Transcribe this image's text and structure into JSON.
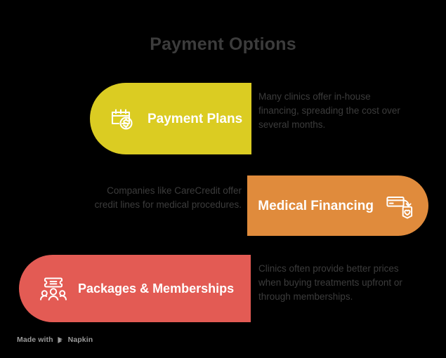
{
  "page": {
    "title": "Payment Options",
    "background_color": "#000000",
    "text_color": "#3c3c3c"
  },
  "rows": [
    {
      "bar_label": "Payment Plans",
      "bar_color": "#DBCC22",
      "icon": "calendar-dollar-icon",
      "cap_side": "left",
      "description": "Many clinics offer in-house financing, spreading the cost over several months."
    },
    {
      "bar_label": "Medical Financing",
      "bar_color": "#E08B3C",
      "icon": "credit-card-heart-tag-icon",
      "cap_side": "right",
      "description": "Companies like CareCredit offer credit lines for medical procedures."
    },
    {
      "bar_label": "Packages & Memberships",
      "bar_color": "#E35B54",
      "icon": "ticket-people-icon",
      "cap_side": "left",
      "description": "Clinics often provide better prices when buying treatments upfront or through memberships."
    }
  ],
  "watermark": {
    "prefix": "Made with",
    "brand": "Napkin",
    "logo": "napkin-logo-icon",
    "color": "#9a9a9a"
  }
}
